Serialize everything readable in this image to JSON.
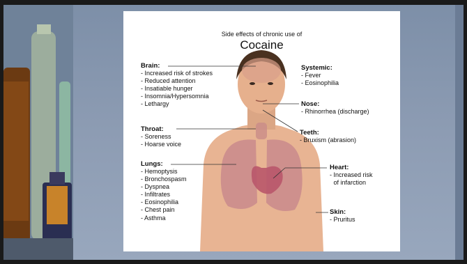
{
  "subtitle": "Side effects of chronic use of",
  "title": "Cocaine",
  "left_groups": [
    {
      "heading": "Brain:",
      "items": [
        "Increased risk of strokes",
        "Reduced attention",
        "Insatiable hunger",
        "Insomnia/Hypersomnia",
        "Lethargy"
      ]
    },
    {
      "heading": "Throat:",
      "items": [
        "Soreness",
        "Hoarse voice"
      ]
    },
    {
      "heading": "Lungs:",
      "items": [
        "Hemoptysis",
        "Bronchospasm",
        "Dyspnea",
        "Infiltrates",
        "Eosinophilia",
        "Chest pain",
        "Asthma"
      ]
    }
  ],
  "right_groups": [
    {
      "heading": "Systemic:",
      "items": [
        "Fever",
        "Eosinophilia"
      ]
    },
    {
      "heading": "Nose:",
      "items": [
        "Rhinorrhea (discharge)"
      ]
    },
    {
      "heading": "Teeth:",
      "items": [
        "Bruxism (abrasion)"
      ]
    },
    {
      "heading": "Heart:",
      "items": [
        "Increased risk",
        "of infarction"
      ]
    },
    {
      "heading": "Skin:",
      "items": [
        "Pruritus"
      ]
    }
  ]
}
